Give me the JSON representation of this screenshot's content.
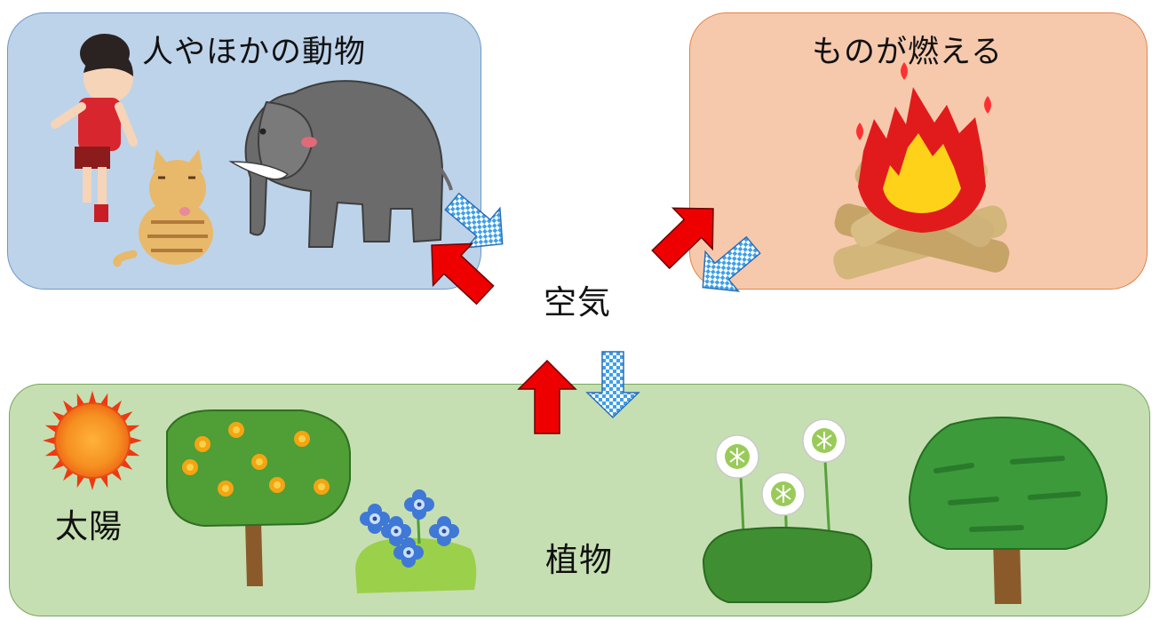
{
  "labels": {
    "animals": "人やほかの動物",
    "fire": "ものが燃える",
    "air": "空気",
    "sun": "太陽",
    "plants": "植物"
  },
  "colors": {
    "animals_box": "#bdd3ea",
    "fire_box": "#f6c9ad",
    "plants_box": "#c6dfb2",
    "arrow_red": "#ee0000",
    "arrow_checker": "#3fa0e8"
  }
}
